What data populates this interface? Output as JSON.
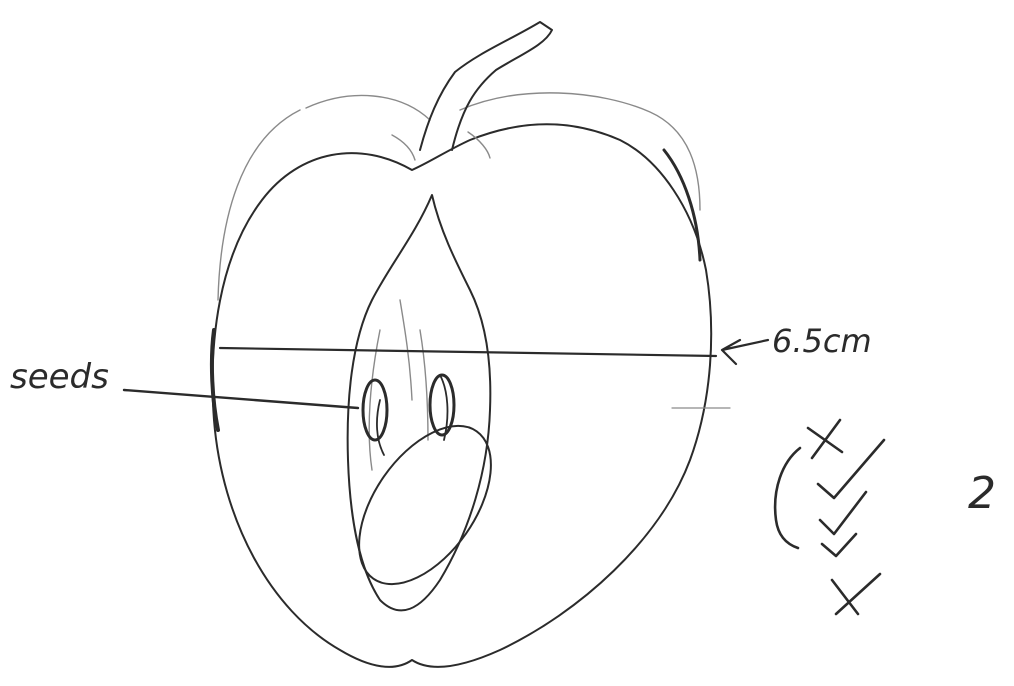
{
  "labels": {
    "seeds": "seeds",
    "width_measurement": "6.5cm",
    "score": "2"
  },
  "marks": {
    "crosses": 2,
    "ticks": 3
  },
  "colors": {
    "pencil": "#2b2b2b",
    "light_pencil": "#8a8a8a",
    "paper": "#ffffff"
  }
}
